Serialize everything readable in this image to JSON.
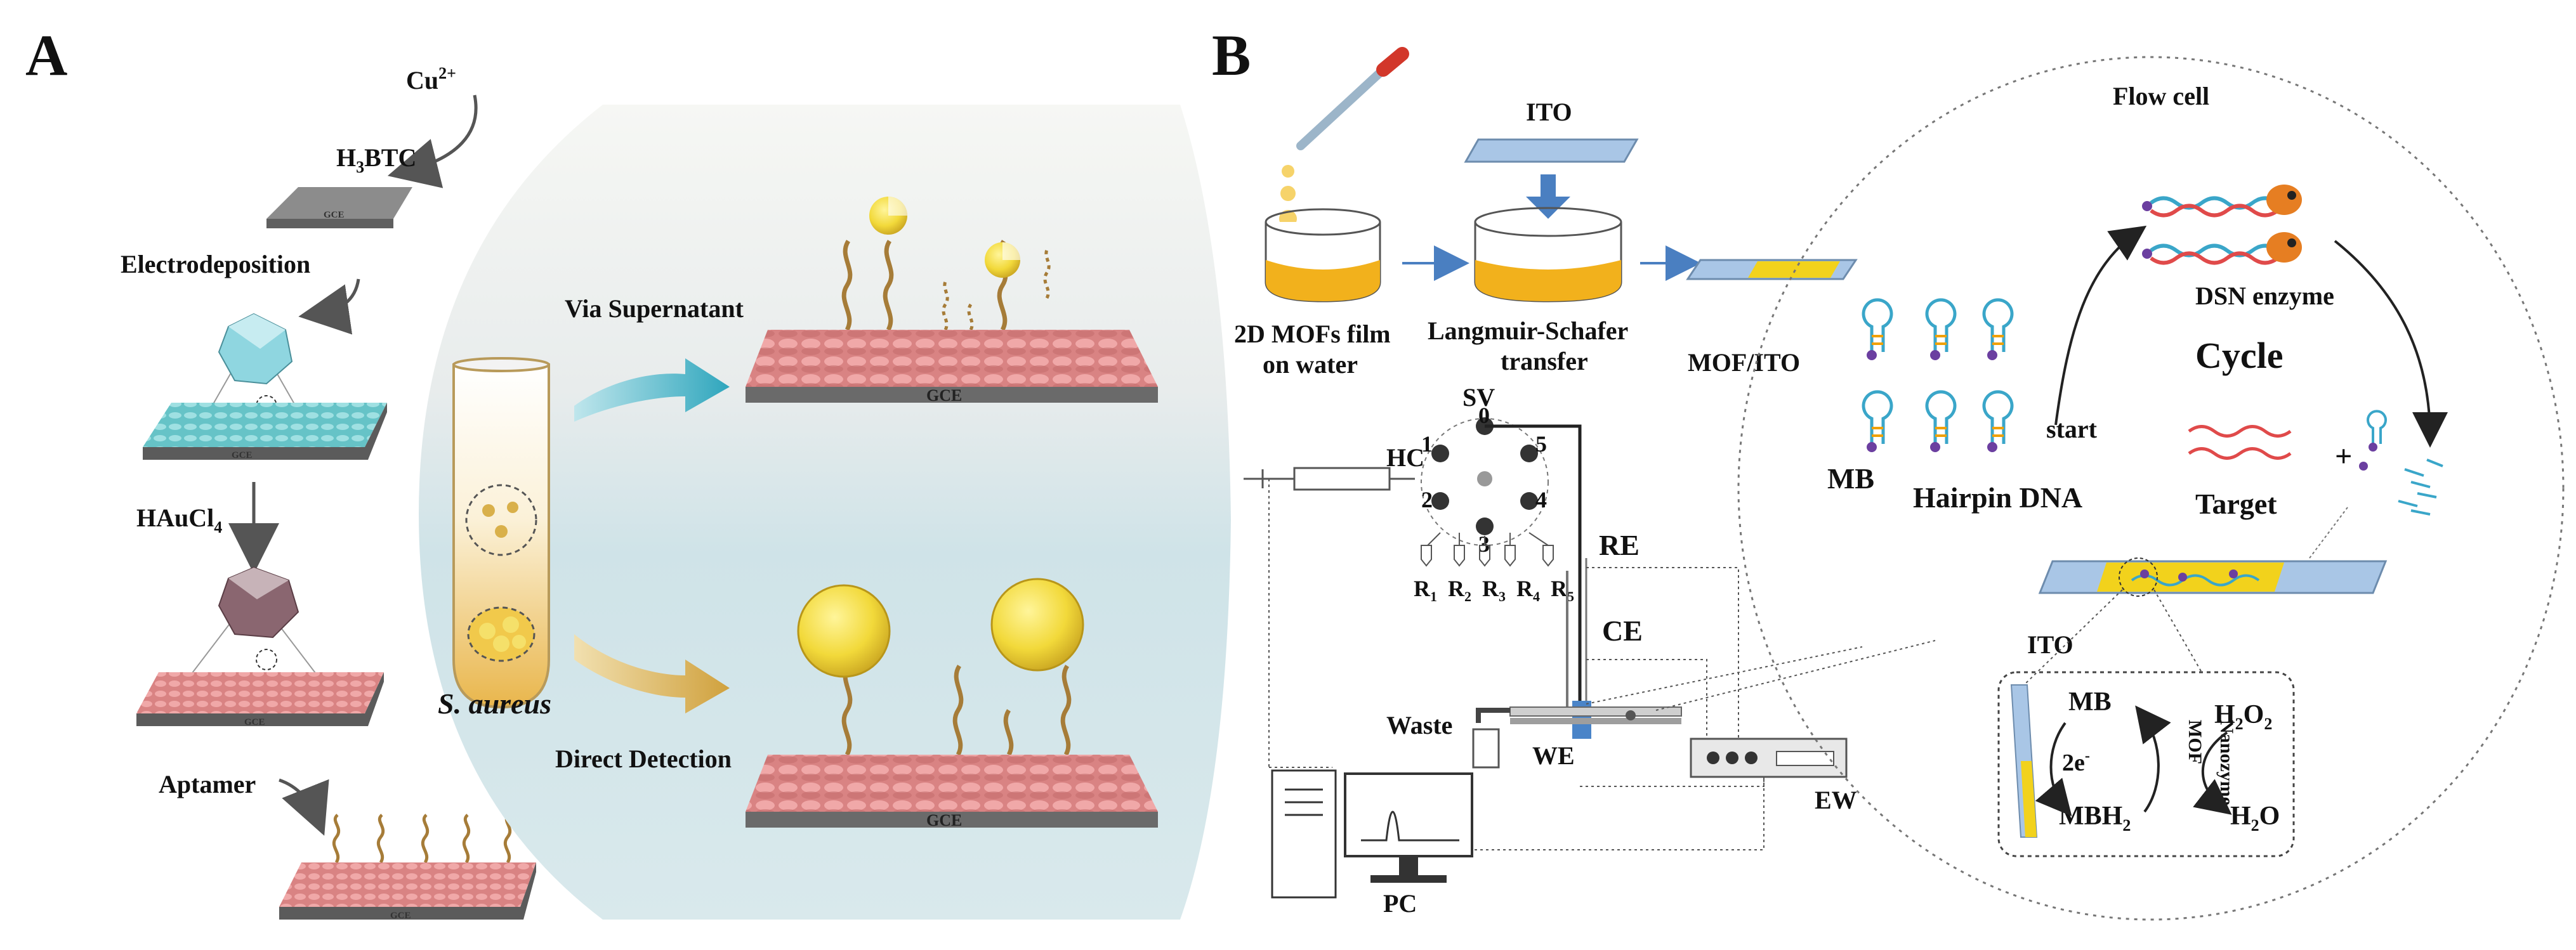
{
  "panel_a": {
    "label": "A",
    "cu": "Cu",
    "cu_sup": "2+",
    "h3btc_h": "H",
    "h3btc_sub": "3",
    "h3btc_rest": "BTC",
    "electrodeposition": "Electrodeposition",
    "haucl4_main": "HAuCl",
    "haucl4_sub": "4",
    "aptamer": "Aptamer",
    "via_supernatant": "Via Supernatant",
    "direct_detection": "Direct Detection",
    "s_aureus": "S. aureus",
    "gce": "GCE"
  },
  "panel_b": {
    "label": "B",
    "ito_top": "ITO",
    "mofs_film_line1": "2D MOFs film",
    "mofs_film_line2": "on water",
    "ls_line1": "Langmuir-Schafer",
    "ls_line2": "transfer",
    "mof_ito": "MOF/ITO",
    "sv": "SV",
    "hc": "HC",
    "ports": [
      "0",
      "1",
      "2",
      "3",
      "4",
      "5"
    ],
    "r_main": "R",
    "r_subs": [
      "1",
      "2",
      "3",
      "4",
      "5"
    ],
    "re": "RE",
    "ce": "CE",
    "we": "WE",
    "waste": "Waste",
    "ew": "EW",
    "pc": "PC",
    "flow_cell": "Flow cell",
    "dsn_enzyme": "DSN enzyme",
    "cycle": "Cycle",
    "start": "start",
    "mb": "MB",
    "hairpin_dna": "Hairpin DNA",
    "target": "Target",
    "plus": "+",
    "ito_inset": "ITO",
    "inset_mb": "MB",
    "two_e_main": "2e",
    "two_e_sup": "-",
    "mbh2_main": "MBH",
    "mbh2_sub": "2",
    "mof_nanozyme_1": "MOF",
    "mof_nanozyme_2": "Nanozyme",
    "h2o2_main": "H",
    "h2o2_sub": "2",
    "h2o2_rest": "O",
    "h2o2_sub2": "2",
    "h2o_main": "H",
    "h2o_sub": "2",
    "h2o_rest": "O"
  },
  "colors": {
    "gce_gray": "#7d7d7d",
    "pillar_pink": "#e88f8f",
    "pillar_cyan": "#7fd3d6",
    "gold": "#e8c13a",
    "aptamer_brown": "#a67c38",
    "arrow_teal": "#4bb4c6",
    "arrow_gold": "#d9b45a",
    "circle_bg": "#dbe7ea",
    "dna_blue": "#3aa6c9",
    "dna_red": "#e04a4a",
    "ito_blue": "#9cc1e6",
    "mof_yellow": "#f2d21c",
    "dsn_orange": "#e67e22",
    "dot_purple": "#6b3fa0"
  }
}
